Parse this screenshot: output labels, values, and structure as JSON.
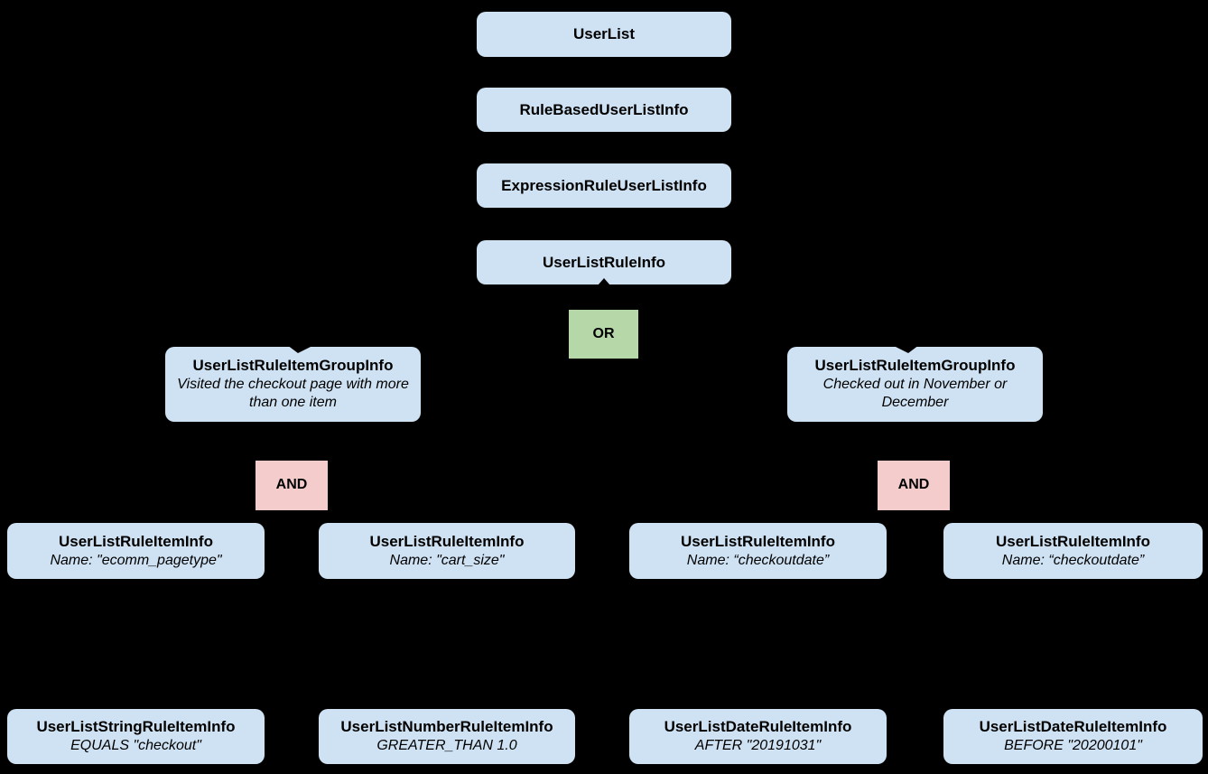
{
  "diagram": {
    "description_domain": "class-hierarchy tree",
    "colors": {
      "background": "#000000",
      "class_box": "#cfe2f3",
      "or_box": "#b6d7a8",
      "and_box": "#f4cccc",
      "text": "#000000"
    },
    "nodes": {
      "userlist": {
        "title": "UserList"
      },
      "rule_based": {
        "title": "RuleBasedUserListInfo"
      },
      "expression_rule": {
        "title": "ExpressionRuleUserListInfo"
      },
      "userlist_rule": {
        "title": "UserListRuleInfo"
      },
      "or_operator": {
        "label": "OR"
      },
      "group_left": {
        "title": "UserListRuleItemGroupInfo",
        "subtitle": "Visited the checkout page with more than one item"
      },
      "group_right": {
        "title": "UserListRuleItemGroupInfo",
        "subtitle": "Checked out in November or December"
      },
      "and_left": {
        "label": "AND"
      },
      "and_right": {
        "label": "AND"
      },
      "rule_item_1": {
        "title": "UserListRuleItemInfo",
        "subtitle": "Name: \"ecomm_pagetype\""
      },
      "rule_item_2": {
        "title": "UserListRuleItemInfo",
        "subtitle": "Name: \"cart_size\""
      },
      "rule_item_3": {
        "title": "UserListRuleItemInfo",
        "subtitle": "Name: “checkoutdate”"
      },
      "rule_item_4": {
        "title": "UserListRuleItemInfo",
        "subtitle": "Name: “checkoutdate”"
      },
      "leaf_1": {
        "title": "UserListStringRuleItemInfo",
        "subtitle": "EQUALS \"checkout\""
      },
      "leaf_2": {
        "title": "UserListNumberRuleItemInfo",
        "subtitle": "GREATER_THAN 1.0"
      },
      "leaf_3": {
        "title": "UserListDateRuleItemInfo",
        "subtitle": "AFTER \"20191031\""
      },
      "leaf_4": {
        "title": "UserListDateRuleItemInfo",
        "subtitle": "BEFORE \"20200101\""
      }
    }
  }
}
